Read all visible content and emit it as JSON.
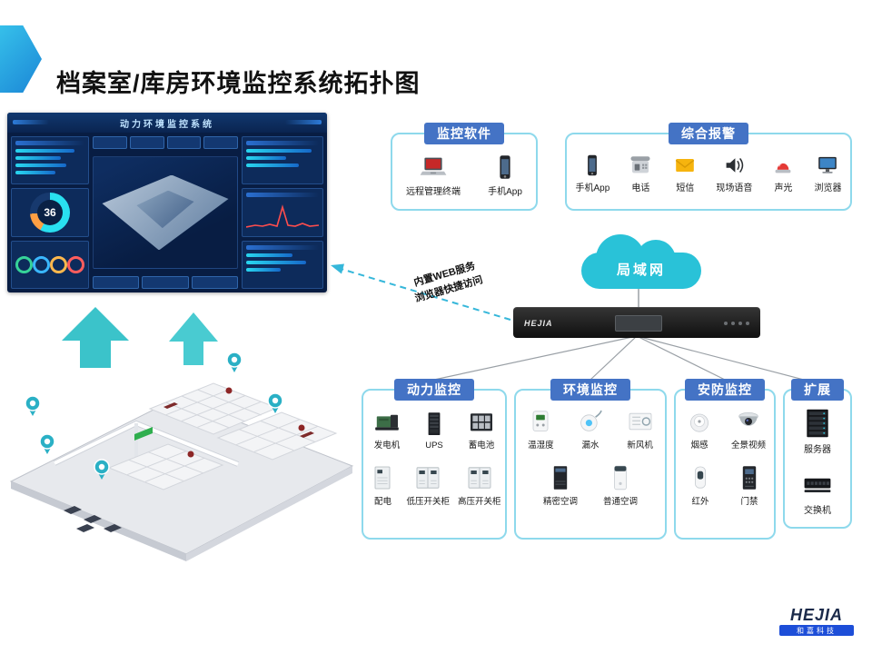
{
  "title": "档案室/库房环境监控系统拓扑图",
  "dashboard": {
    "title": "动力环境监控系统",
    "donut_value": "36"
  },
  "network": {
    "cloud_label": "局域网",
    "note_line1": "内置WEB服务",
    "note_line2": "浏览器快捷访问"
  },
  "device": {
    "brand": "HEJIA"
  },
  "groups": [
    {
      "label": "监控软件",
      "items": [
        {
          "label": "远程管理终端",
          "icon": "laptop-icon"
        },
        {
          "label": "手机App",
          "icon": "smartphone-icon"
        }
      ]
    },
    {
      "label": "综合报警",
      "items": [
        {
          "label": "手机App",
          "icon": "smartphone-icon"
        },
        {
          "label": "电话",
          "icon": "telephone-icon"
        },
        {
          "label": "短信",
          "icon": "sms-envelope-icon"
        },
        {
          "label": "现场语音",
          "icon": "speaker-icon"
        },
        {
          "label": "声光",
          "icon": "alarm-beacon-icon"
        },
        {
          "label": "浏览器",
          "icon": "browser-monitor-icon"
        }
      ]
    },
    {
      "label": "动力监控",
      "items": [
        {
          "label": "发电机",
          "icon": "generator-icon"
        },
        {
          "label": "UPS",
          "icon": "ups-icon"
        },
        {
          "label": "蓄电池",
          "icon": "battery-bank-icon"
        },
        {
          "label": "配电",
          "icon": "distribution-cabinet-icon"
        },
        {
          "label": "低压开关柜",
          "icon": "lv-switchgear-icon"
        },
        {
          "label": "高压开关柜",
          "icon": "hv-switchgear-icon"
        }
      ]
    },
    {
      "label": "环境监控",
      "items": [
        {
          "label": "温湿度",
          "icon": "temp-humidity-icon"
        },
        {
          "label": "漏水",
          "icon": "water-leak-icon"
        },
        {
          "label": "新风机",
          "icon": "fresh-air-icon"
        },
        {
          "label": "精密空调",
          "icon": "precision-ac-icon"
        },
        {
          "label": "普通空调",
          "icon": "ordinary-ac-icon"
        }
      ]
    },
    {
      "label": "安防监控",
      "items": [
        {
          "label": "烟感",
          "icon": "smoke-detector-icon"
        },
        {
          "label": "全景视频",
          "icon": "panoramic-camera-icon"
        },
        {
          "label": "红外",
          "icon": "infrared-icon"
        },
        {
          "label": "门禁",
          "icon": "access-control-icon"
        }
      ]
    },
    {
      "label": "扩展",
      "items": [
        {
          "label": "服务器",
          "icon": "server-icon"
        },
        {
          "label": "交换机",
          "icon": "network-switch-icon"
        }
      ]
    }
  ],
  "logo": {
    "brand": "HEJIA",
    "company": "和嘉科技"
  }
}
